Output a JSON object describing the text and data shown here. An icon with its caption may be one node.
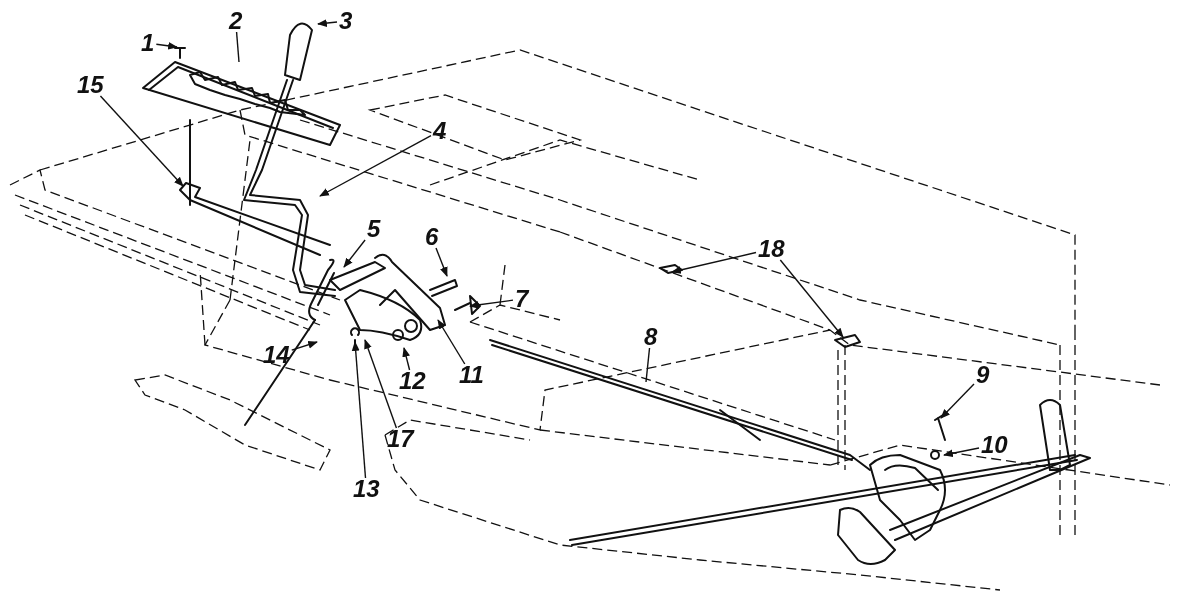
{
  "diagram": {
    "nodes": [
      {
        "text": [
          "1"
        ]
      },
      {
        "text": [
          "2"
        ]
      },
      {
        "text": [
          "3"
        ]
      },
      {
        "text": [
          "4"
        ]
      },
      {
        "text": [
          "5"
        ]
      },
      {
        "text": [
          "6"
        ]
      },
      {
        "text": [
          "7"
        ]
      },
      {
        "text": [
          "8"
        ]
      },
      {
        "text": [
          "9"
        ]
      },
      {
        "text": [
          "10"
        ]
      },
      {
        "text": [
          "11"
        ]
      },
      {
        "text": [
          "12"
        ]
      },
      {
        "text": [
          "13"
        ]
      },
      {
        "text": [
          "14"
        ]
      },
      {
        "text": [
          "15"
        ]
      },
      {
        "text": [
          "17"
        ]
      },
      {
        "text": [
          "18"
        ]
      }
    ],
    "edges": [
      {
        "from": 0,
        "to": null,
        "arrow": "to"
      },
      {
        "from": 1,
        "to": null,
        "arrow": "none"
      },
      {
        "from": 2,
        "to": null,
        "arrow": "to"
      },
      {
        "from": 3,
        "to": null,
        "arrow": "to"
      },
      {
        "from": 4,
        "to": null,
        "arrow": "to"
      },
      {
        "from": 5,
        "to": null,
        "arrow": "to"
      },
      {
        "from": 6,
        "to": null,
        "arrow": "to"
      },
      {
        "from": 7,
        "to": null,
        "arrow": "none"
      },
      {
        "from": 8,
        "to": null,
        "arrow": "to"
      },
      {
        "from": 9,
        "to": null,
        "arrow": "to"
      },
      {
        "from": 10,
        "to": null,
        "arrow": "to"
      },
      {
        "from": 11,
        "to": null,
        "arrow": "to"
      },
      {
        "from": 12,
        "to": null,
        "arrow": "to"
      },
      {
        "from": 13,
        "to": null,
        "arrow": "to"
      },
      {
        "from": 14,
        "to": null,
        "arrow": "to"
      },
      {
        "from": 15,
        "to": null,
        "arrow": "to"
      },
      {
        "from": 16,
        "to": null,
        "arrow": "to"
      },
      {
        "from": 16,
        "to": null,
        "arrow": "to"
      }
    ]
  }
}
